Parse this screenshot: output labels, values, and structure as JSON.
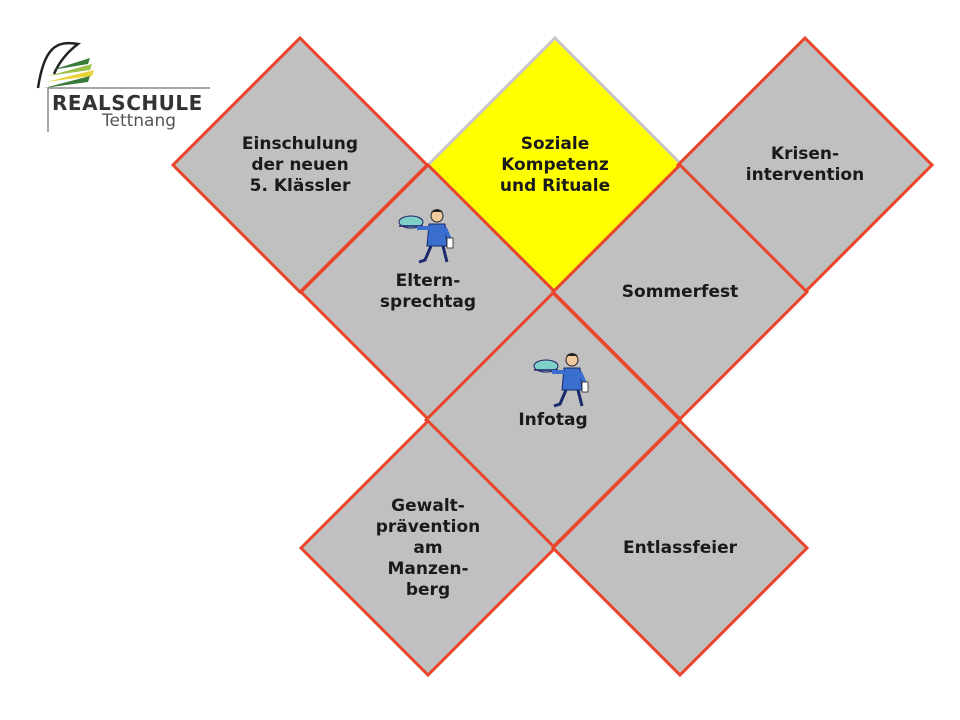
{
  "logo": {
    "title": "REALSCHULE",
    "subtitle": "Tettnang",
    "colors": {
      "green": "#3a7a3a",
      "light_green": "#9cc24a",
      "yellow": "#e8d43a",
      "gray": "#888888"
    }
  },
  "tiles": [
    {
      "id": "einschulung",
      "label": "Einschulung\nder neuen\n5. Klässler",
      "fill": "#c0c0c0",
      "stroke": "#e8452a"
    },
    {
      "id": "soziale",
      "label": "Soziale\nKompetenz\nund Rituale",
      "fill": "#ffff00",
      "stroke": "#c8c8c8"
    },
    {
      "id": "krisen",
      "label": "Krisen-\nintervention",
      "fill": "#c0c0c0",
      "stroke": "#e8452a"
    },
    {
      "id": "eltern",
      "label": "Eltern-\nsprechtag",
      "fill": "#c0c0c0",
      "stroke": "#e8452a"
    },
    {
      "id": "sommerfest",
      "label": "Sommerfest",
      "fill": "#c0c0c0",
      "stroke": "#e8452a"
    },
    {
      "id": "infotag",
      "label": "Infotag",
      "fill": "#c0c0c0",
      "stroke": "#e8452a"
    },
    {
      "id": "gewalt",
      "label": "Gewalt-\nprävention\nam\nManzen-\nberg",
      "fill": "#c0c0c0",
      "stroke": "#e8452a"
    },
    {
      "id": "entlassfeier",
      "label": "Entlassfeier",
      "fill": "#c0c0c0",
      "stroke": "#e8452a"
    }
  ],
  "icons": [
    {
      "name": "waiter-icon"
    },
    {
      "name": "waiter-icon"
    }
  ]
}
